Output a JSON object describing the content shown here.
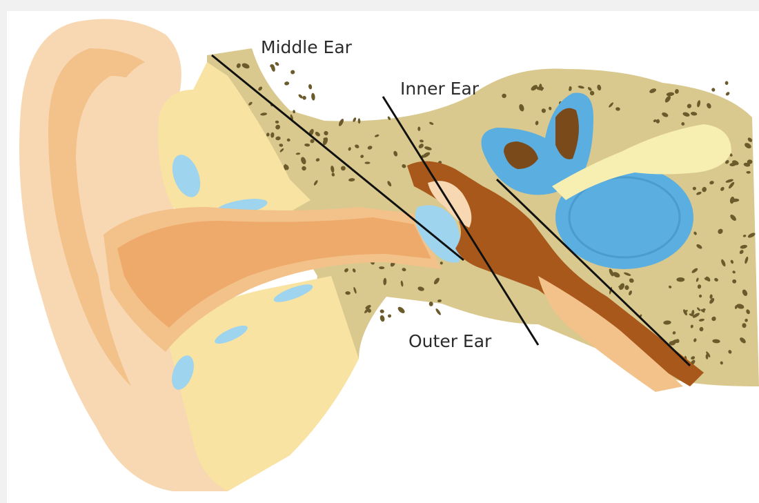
{
  "labels": {
    "middle_ear": "Middle Ear",
    "inner_ear": "Inner Ear",
    "outer_ear": "Outer Ear"
  },
  "colors": {
    "background": "#f1f1f1",
    "panel": "#ffffff",
    "skin_light": "#f8d8b2",
    "skin_mid": "#f3c18a",
    "canal": "#eeaa6a",
    "cartilage": "#f8e3a2",
    "bone": "#d9c98e",
    "bone_pores": "#6b5a2c",
    "ossicles": "#a8581a",
    "inner_ear_blue": "#5aaee0",
    "nerve": "#f7eeb2",
    "cartilage_spots": "#9ed4ee",
    "divider_line": "#111111"
  }
}
